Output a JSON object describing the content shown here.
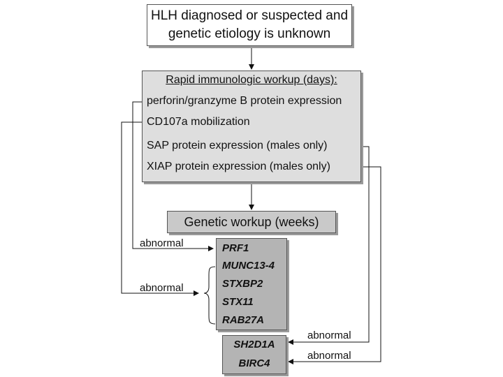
{
  "top_box": {
    "line1": "HLH diagnosed or suspected and",
    "line2": "genetic etiology is unknown"
  },
  "rapid_workup": {
    "header": "Rapid immunologic workup (days):",
    "items": [
      "perforin/granzyme B protein expression",
      "CD107a mobilization",
      "SAP protein expression (males only)",
      "XIAP protein expression (males only)"
    ]
  },
  "genetic_workup": {
    "label": "Genetic workup (weeks)"
  },
  "genes_group1": [
    "PRF1",
    "MUNC13-4",
    "STXBP2",
    "STX11",
    "RAB27A"
  ],
  "genes_group2": [
    "SH2D1A",
    "BIRC4"
  ],
  "edge_labels": {
    "abnormal_prf1": "abnormal",
    "abnormal_group": "abnormal",
    "abnormal_sh2d1a": "abnormal",
    "abnormal_birc4": "abnormal"
  }
}
